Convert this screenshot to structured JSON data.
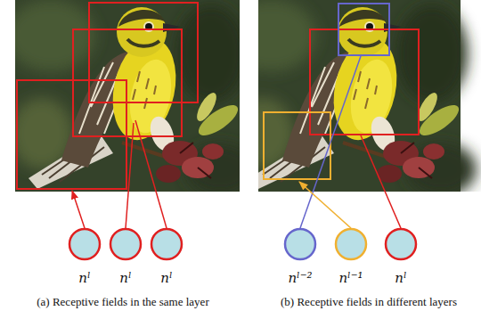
{
  "diagram": {
    "nodes": [
      {
        "text": [
          "nˡ"
        ]
      },
      {
        "text": [
          "nˡ"
        ]
      },
      {
        "text": [
          "nˡ"
        ]
      },
      {
        "text": [
          "nˡ⁻²"
        ]
      },
      {
        "text": [
          "nˡ⁻¹"
        ]
      },
      {
        "text": [
          "nˡ"
        ]
      }
    ],
    "labels": [
      "(a) Receptive fields in the same layer",
      "(b) Receptive fields in different layers"
    ]
  }
}
